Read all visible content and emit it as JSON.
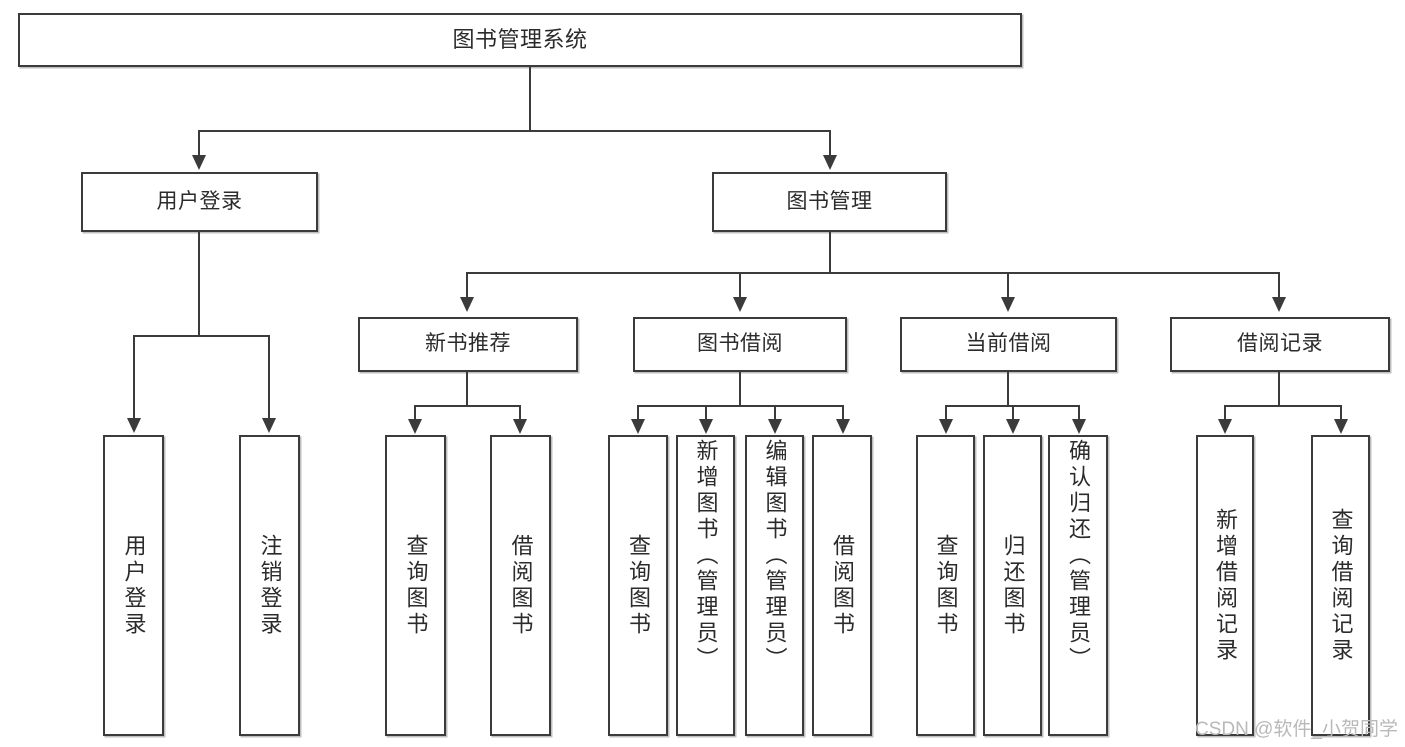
{
  "diagram": {
    "type": "tree-hierarchy-functional-decomposition",
    "title": "图书管理系统",
    "levels": 4,
    "line_color": "#3b3b3b",
    "box_fill": "#ffffff",
    "text_color": "#2b2b2b",
    "watermark_color": "#b9b9b9"
  },
  "root": {
    "label": "图书管理系统"
  },
  "level2": [
    {
      "label": "用户登录"
    },
    {
      "label": "图书管理"
    }
  ],
  "level3": [
    {
      "label": "新书推荐"
    },
    {
      "label": "图书借阅"
    },
    {
      "label": "当前借阅"
    },
    {
      "label": "借阅记录"
    }
  ],
  "leaves": {
    "user_login": [
      {
        "label": "用户登录"
      },
      {
        "label": "注销登录"
      }
    ],
    "new_book_recommend": [
      {
        "label": "查询图书"
      },
      {
        "label": "借阅图书"
      }
    ],
    "book_borrow": [
      {
        "label": "查询图书"
      },
      {
        "label": "新增图书（管理员）"
      },
      {
        "label": "编辑图书（管理员）"
      },
      {
        "label": "借阅图书"
      }
    ],
    "current_borrow": [
      {
        "label": "查询图书"
      },
      {
        "label": "归还图书"
      },
      {
        "label": "确认归还（管理员）"
      }
    ],
    "borrow_records": [
      {
        "label": "新增借阅记录"
      },
      {
        "label": "查询借阅记录"
      }
    ]
  },
  "watermark": {
    "text": "CSDN @软件_小贺同学"
  }
}
